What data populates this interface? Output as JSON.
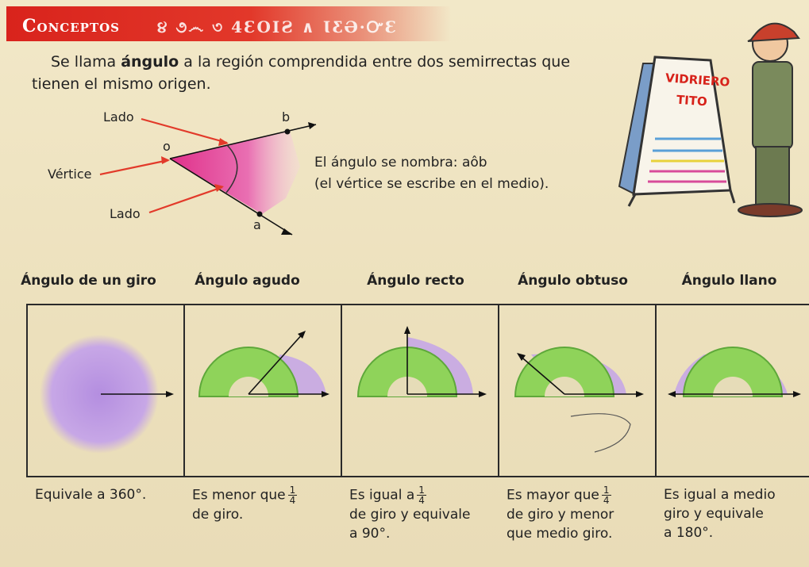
{
  "banner": {
    "title": "Conceptos",
    "decoration": "૪ ૭෴ ৩ 4ƐOIƧ ∧ ƖƸƏ·ᏅԐ"
  },
  "intro": {
    "part1": "Se llama ",
    "bold": "ángulo",
    "part2": " a la región comprendida entre dos semirrectas que",
    "line2": "tienen el mismo origen."
  },
  "diagram": {
    "lado_top": "Lado",
    "vertice": "Vértice",
    "lado_bottom": "Lado",
    "point_o": "o",
    "point_a": "a",
    "point_b": "b"
  },
  "naming": {
    "line1_prefix": "El ángulo se nombra: a",
    "line1_hat": "ô",
    "line1_suffix": "b",
    "line2": "(el vértice se escribe en el medio)."
  },
  "sign": {
    "line1": "VIDRIERO",
    "line2": "TITO"
  },
  "types": [
    {
      "title": "Ángulo de un giro",
      "desc1": "Equivale a 360°.",
      "frac": "",
      "desc2": "",
      "desc3": "",
      "desc4": ""
    },
    {
      "title": "Ángulo agudo",
      "desc1": "Es menor que",
      "frac": "1/4",
      "desc2": "de giro.",
      "desc3": "",
      "desc4": ""
    },
    {
      "title": "Ángulo recto",
      "desc1": "Es igual a",
      "frac": "1/4",
      "desc2": "de giro y equivale",
      "desc3": "a 90°.",
      "desc4": ""
    },
    {
      "title": "Ángulo obtuso",
      "desc1": "Es mayor que",
      "frac": "1/4",
      "desc2": "de giro y menor",
      "desc3": "que medio giro.",
      "desc4": ""
    },
    {
      "title": "Ángulo llano",
      "desc1": "Es igual a medio",
      "frac": "",
      "desc2": "giro y equivale",
      "desc3": "a 180°.",
      "desc4": ""
    }
  ],
  "fractions": {
    "numerator": "1",
    "denominator": "4"
  },
  "colors": {
    "banner": "#d9231c",
    "angle_fill": "#e0308a",
    "region": "#c9a4e0",
    "protractor": "#8fd35a"
  }
}
